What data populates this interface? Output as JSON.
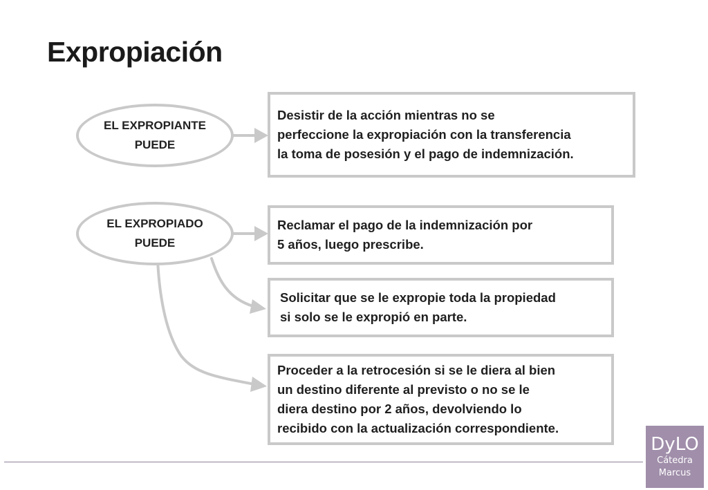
{
  "title": "Expropiación",
  "actors": [
    {
      "label": "EL EXPROPIANTE\nPUEDE"
    },
    {
      "label": "EL EXPROPIADO\nPUEDE"
    }
  ],
  "boxes": [
    {
      "text": "Desistir de la acción mientras no se\nperfeccione la expropiación con la transferencia\nla toma de posesión y el pago de indemnización."
    },
    {
      "text": "Reclamar el pago de la indemnización por\n5 años, luego prescribe."
    },
    {
      "text": "Solicitar que se le expropie toda la propiedad\nsi solo se le expropió en parte."
    },
    {
      "text": "Proceder a la retrocesión si se le diera al bien\nun destino diferente al previsto o no se le\ndiera destino por 2 años, devolviendo lo\nrecibido con la actualización correspondiente."
    }
  ],
  "logo": {
    "line1": "DyLO",
    "line2": "Cátedra",
    "line3": "Marcus"
  },
  "colors": {
    "connector": "#c9c9c9",
    "logo_bg": "#a08eaa",
    "divider": "#8e7e97"
  }
}
